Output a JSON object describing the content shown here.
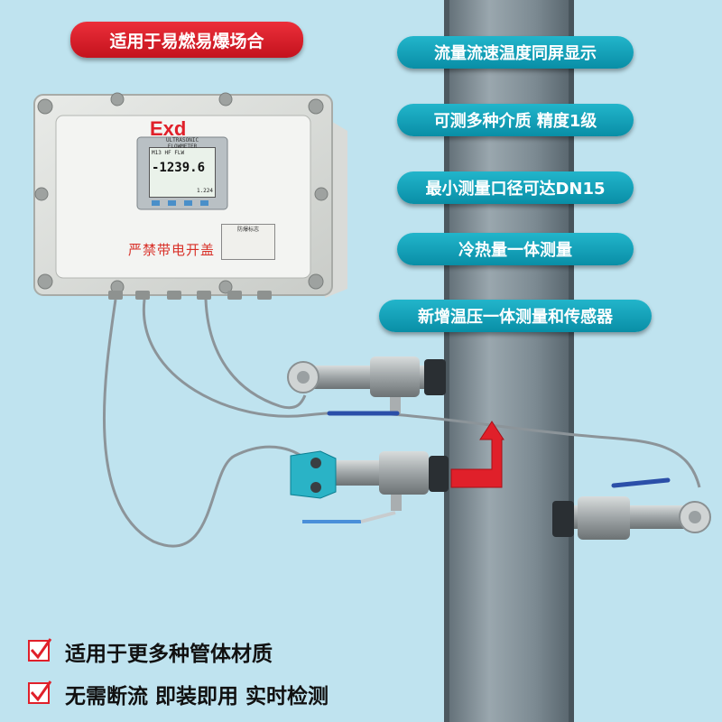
{
  "top_label": "适用于易燃易爆场合",
  "features_right": [
    "流量流速温度同屏显示",
    "可测多种介质 精度1级",
    "最小测量口径可达DN15",
    "冷热量一体测量",
    "新增温压一体测量和传感器"
  ],
  "device": {
    "exd_mark": "Exd",
    "warning": "严禁带电开盖",
    "screen_brand": "ULTRASONIC FLOWMETER",
    "reading": "-1239.6",
    "status": "M13 HF FLW",
    "sub_reading": "1.224",
    "plate_title": "防爆标志"
  },
  "bottom_features": [
    "适用于更多种管体材质",
    "无需断流 即装即用 实时检测"
  ],
  "colors": {
    "background": "#bfe3ef",
    "red_pill": "#e11f2b",
    "teal_pill": "#0fa2b9",
    "pipe": "#7f8d95",
    "check": "#e0202a"
  }
}
